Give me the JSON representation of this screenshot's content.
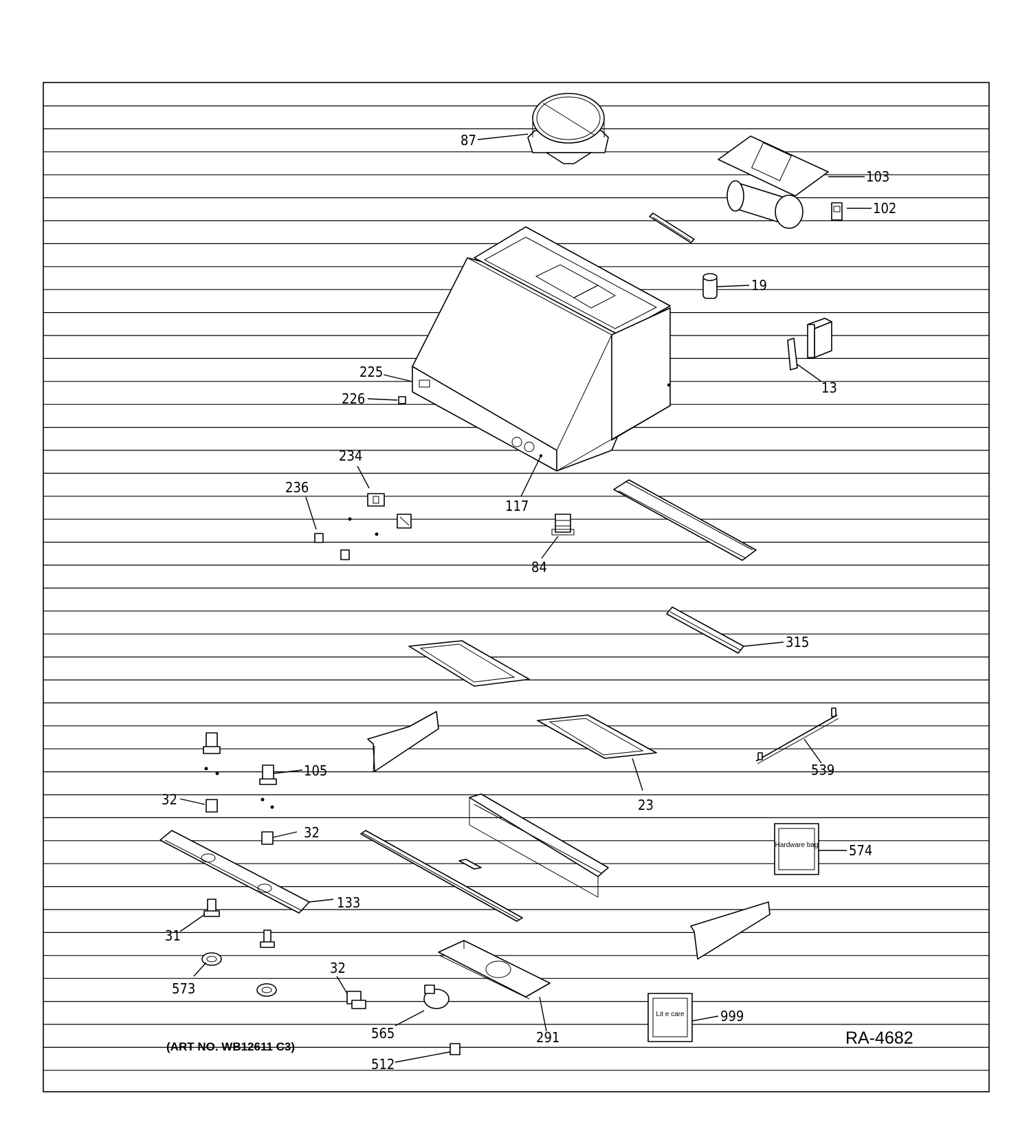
{
  "diagram": {
    "art_number": "(ART NO. WB12611 C3)",
    "drawing_code": "RA-4682",
    "hardware_tag_text": "Hardware bag",
    "literature_text": "Lit e care",
    "part_labels": {
      "p87": "87",
      "p103": "103",
      "p102": "102",
      "p19": "19",
      "p13": "13",
      "p225": "225",
      "p226": "226",
      "p234": "234",
      "p236": "236",
      "p117": "117",
      "p84": "84",
      "p315": "315",
      "p105": "105",
      "p32a": "32",
      "p32b": "32",
      "p32c": "32",
      "p23": "23",
      "p539": "539",
      "p574": "574",
      "p133": "133",
      "p31": "31",
      "p573": "573",
      "p565": "565",
      "p291": "291",
      "p999": "999",
      "p512": "512"
    }
  }
}
